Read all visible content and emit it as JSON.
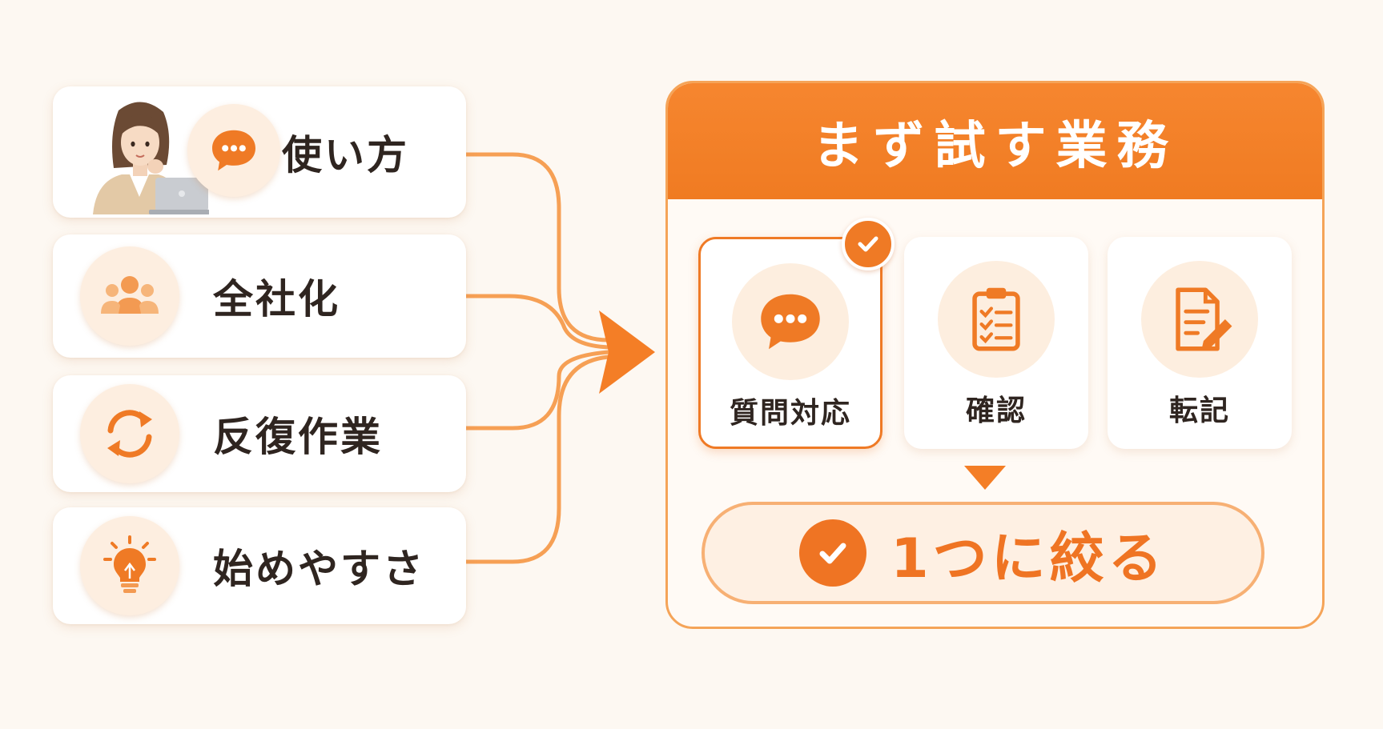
{
  "left_items": [
    {
      "label": "使い方",
      "icon": "chat-bubble-icon"
    },
    {
      "label": "全社化",
      "icon": "people-group-icon"
    },
    {
      "label": "反復作業",
      "icon": "refresh-cycle-icon"
    },
    {
      "label": "始めやすさ",
      "icon": "lightbulb-icon"
    }
  ],
  "panel": {
    "title": "まず試す業務",
    "tasks": [
      {
        "label": "質問対応",
        "icon": "chat-bubble-icon",
        "selected": true
      },
      {
        "label": "確認",
        "icon": "checklist-clipboard-icon",
        "selected": false
      },
      {
        "label": "転記",
        "icon": "document-edit-icon",
        "selected": false
      }
    ],
    "result": {
      "label": "1つに絞る",
      "icon": "check-circle-icon"
    }
  },
  "colors": {
    "accent": "#F07B22",
    "accent_light": "#FDEEDF",
    "border": "#F5A458",
    "background": "#FDF8F2",
    "text": "#2F2520"
  }
}
